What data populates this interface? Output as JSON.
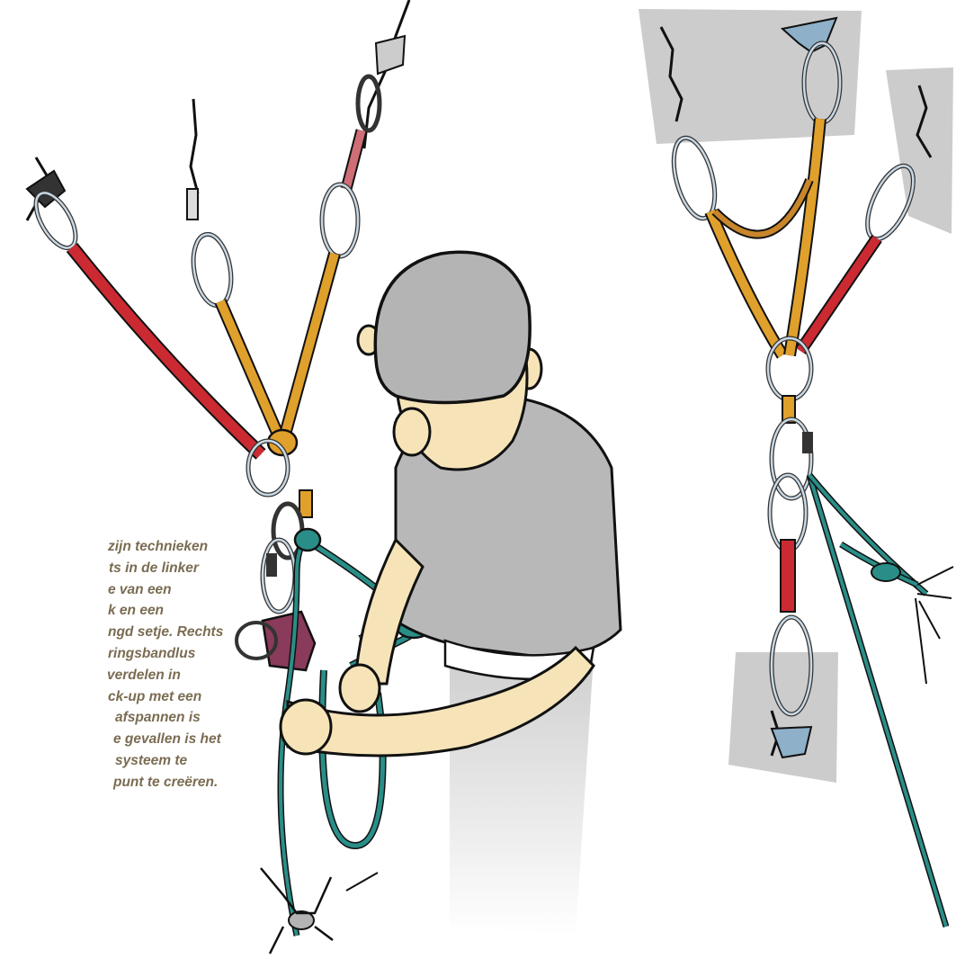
{
  "caption": {
    "lines": [
      "zijn technieken",
      "ts in de linker",
      "e van een",
      "k  en een",
      "ngd setje. Rechts",
      "ringsbandlus",
      "verdelen in",
      "ck-up met een",
      "afspannen is",
      "e gevallen is het",
      "systeem te",
      "punt te creëren."
    ]
  },
  "colors": {
    "rope_teal": "#2a8e88",
    "sling_red": "#cc2a32",
    "sling_orange": "#e0a02c",
    "sling_pink": "#cf6e76",
    "helmet_grey": "#b4b4b4",
    "shirt_grey": "#b8b8b8",
    "skin": "#f6e4b8",
    "device_maroon": "#8a3a5a",
    "rock_grey": "#cccccc",
    "caption_text": "#7a6c52"
  }
}
